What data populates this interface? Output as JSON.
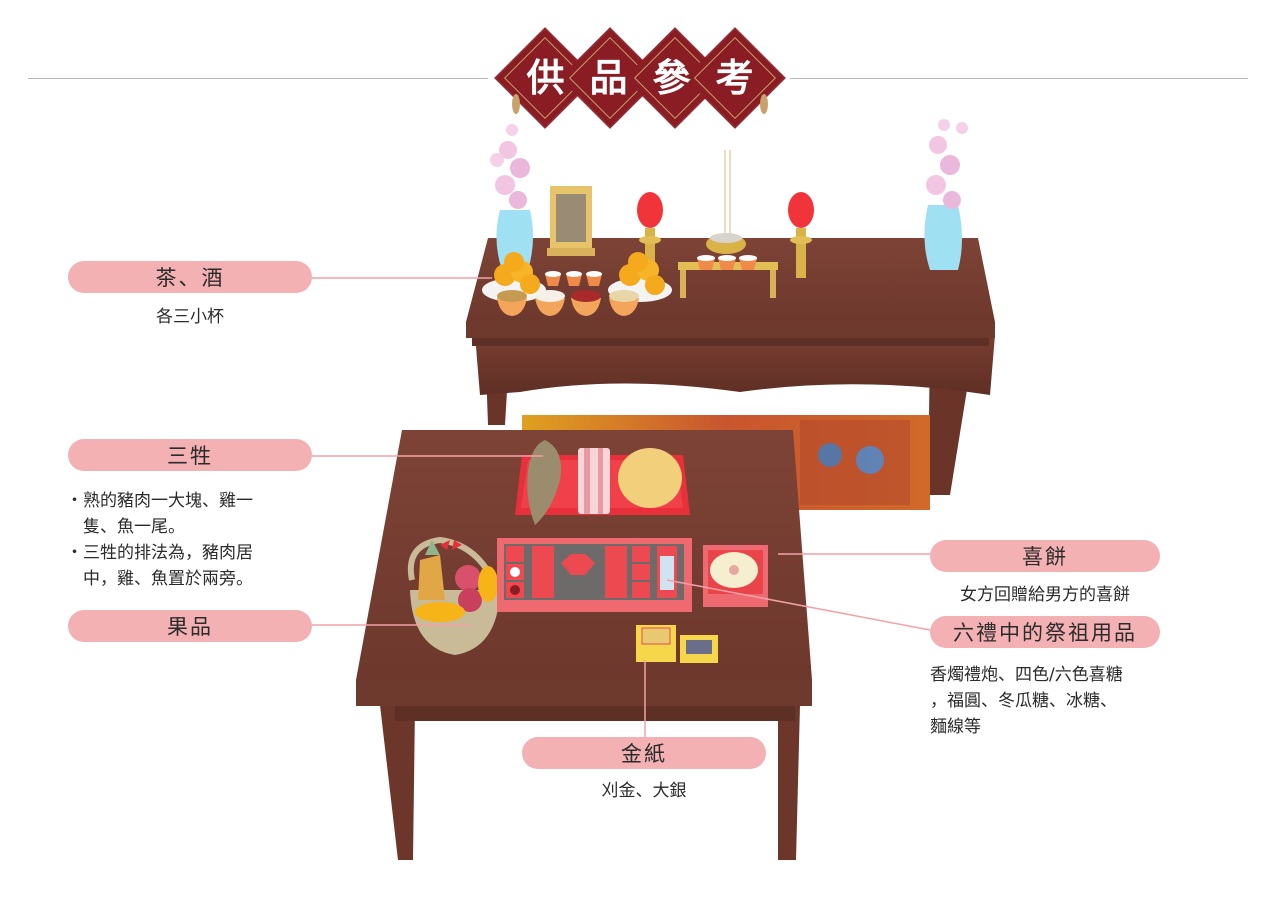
{
  "header": {
    "title_chars": [
      "供",
      "品",
      "參",
      "考"
    ],
    "title": "供品參考",
    "colors": {
      "banner": "#8a1c24",
      "trim": "#c9a16a",
      "rule": "#b8b8b8"
    }
  },
  "labels": {
    "pill_color": "#f3b1b3",
    "connector_color": "#f0a2a6",
    "tea_wine": {
      "title": "茶、酒",
      "desc": "各三小杯"
    },
    "three_sacrifices": {
      "title": "三牲",
      "bullets": [
        "熟的豬肉一大塊、雞一隻、魚一尾。",
        "三牲的排法為，豬肉居中，雞、魚置於兩旁。"
      ],
      "lines": [
        "・熟的豬肉一大塊、雞一",
        "　隻、魚一尾。",
        "・三牲的排法為，豬肉居",
        "　中，雞、魚置於兩旁。"
      ]
    },
    "fruit": {
      "title": "果品"
    },
    "wedding_cake": {
      "title": "喜餅",
      "desc": "女方回贈給男方的喜餅"
    },
    "ancestor_items": {
      "title": "六禮中的祭祖用品",
      "desc": "香燭禮炮、四色/六色喜糖，福圓、冬瓜糖、冰糖、麵線等",
      "lines": [
        "香燭禮炮、四色/六色喜糖",
        "，福圓、冬瓜糖、冰糖、",
        "麵線等"
      ]
    },
    "joss_paper": {
      "title": "金紙",
      "desc": "刈金、大銀"
    }
  },
  "illustration": {
    "wood_color": "#7a3f32",
    "items": [
      "vase",
      "ancestral-tablet",
      "candle",
      "incense-burner",
      "tea-cups",
      "oranges",
      "offering-bowls",
      "fish",
      "pork",
      "chicken",
      "fruit-basket",
      "gift-tray",
      "wedding-cake-box",
      "joss-paper-boxes",
      "embroidered-table-cloth"
    ]
  }
}
